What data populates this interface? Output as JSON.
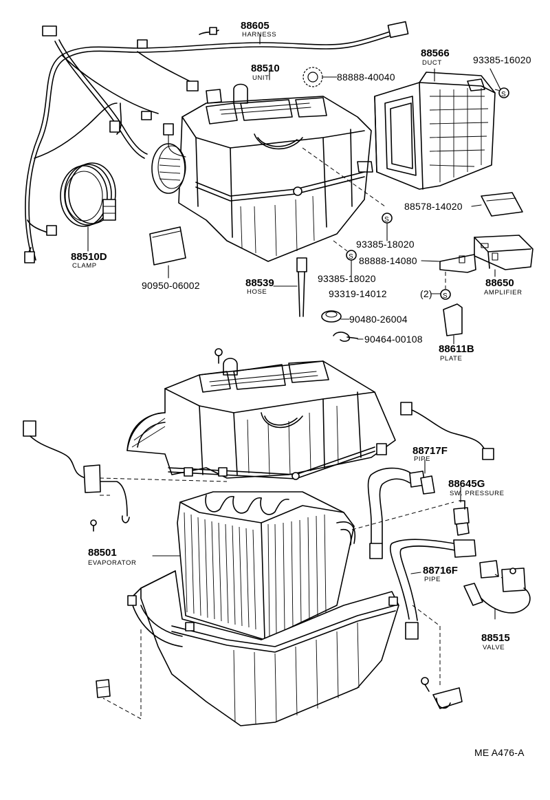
{
  "parts": {
    "harness": {
      "number": "88605",
      "name": "HARNESS"
    },
    "unit": {
      "number": "88510",
      "name": "UNIT"
    },
    "grommet_top": {
      "number": "88888-40040"
    },
    "duct": {
      "number": "88566",
      "name": "DUCT"
    },
    "screw_duct": {
      "number": "93385-16020"
    },
    "clamp": {
      "number": "88510D",
      "name": "CLAMP"
    },
    "filter_pad": {
      "number": "88578-14020"
    },
    "screw_a": {
      "number": "93385-18020"
    },
    "bracket": {
      "number": "88888-14080"
    },
    "screw_b": {
      "number": "93385-18020"
    },
    "amplifier": {
      "number": "88650",
      "name": "AMPLIFIER"
    },
    "seal_pad": {
      "number": "90950-06002"
    },
    "hose": {
      "number": "88539",
      "name": "HOSE"
    },
    "screw_c": {
      "number": "93319-14012",
      "qty": "(2)"
    },
    "grommet": {
      "number": "90480-26004"
    },
    "clip": {
      "number": "90464-00108"
    },
    "plate": {
      "number": "88611B",
      "name": "PLATE"
    },
    "pipe_upper": {
      "number": "88717F",
      "name": "PIPE"
    },
    "pressure_switch": {
      "number": "88645G",
      "name": "SW. PRESSURE"
    },
    "evaporator": {
      "number": "88501",
      "name": "EVAPORATOR"
    },
    "pipe_lower": {
      "number": "88716F",
      "name": "PIPE"
    },
    "valve": {
      "number": "88515",
      "name": "VALVE"
    }
  },
  "screw_symbol": "S",
  "drawing_code": "ME A476-A"
}
